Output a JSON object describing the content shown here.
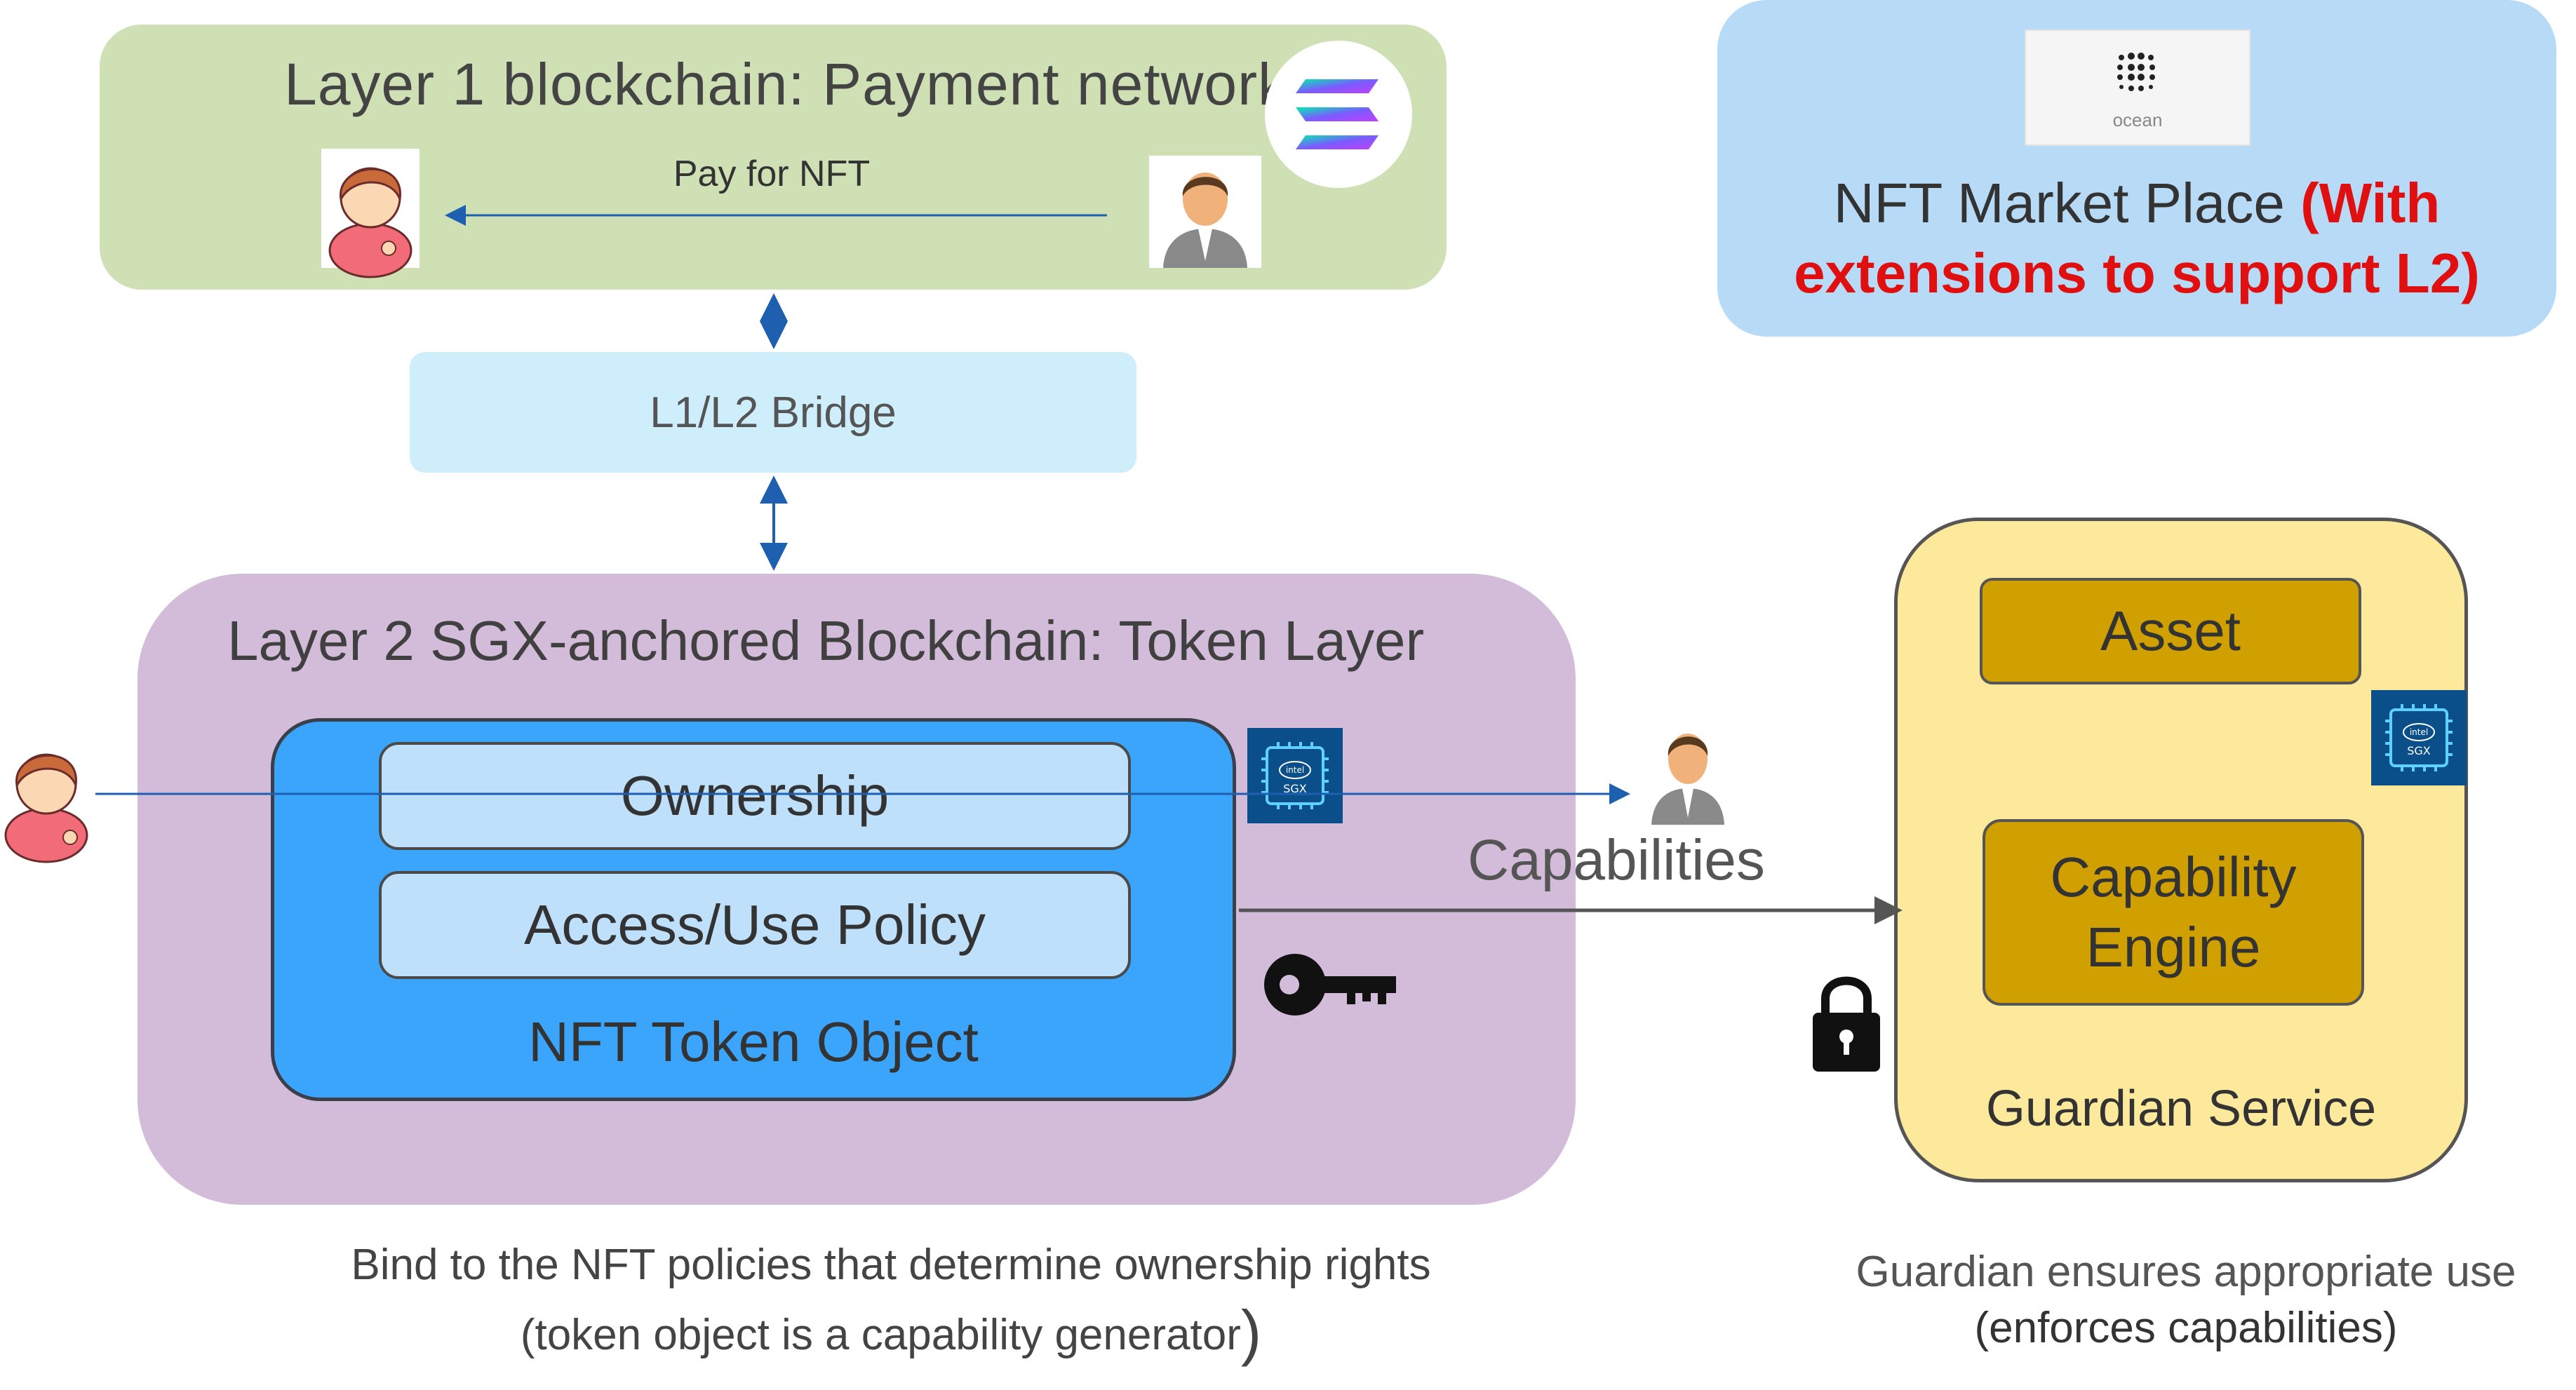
{
  "layer1": {
    "title": "Layer 1 blockchain: Payment network",
    "pay_label": "Pay for NFT"
  },
  "bridge": {
    "label": "L1/L2 Bridge"
  },
  "market": {
    "logo_label": "ocean",
    "title_plain": "NFT Market Place ",
    "title_red": "(With extensions to support L2)"
  },
  "layer2": {
    "title": "Layer 2 SGX-anchored Blockchain: Token Layer",
    "ownership": "Ownership",
    "policy": "Access/Use Policy",
    "token_object": "NFT Token Object",
    "capabilities": "Capabilities"
  },
  "guardian": {
    "asset": "Asset",
    "engine": "Capability Engine",
    "service": "Guardian Service"
  },
  "captions": {
    "left_line1": "Bind to the NFT policies that determine ownership rights",
    "left_line2": "(token object is a capability generator",
    "left_paren": ")",
    "right_line1": "Guardian ensures appropriate use",
    "right_line2": "(enforces capabilities)"
  },
  "sgx_badge": {
    "brand": "intel",
    "text": "SGX"
  },
  "colors": {
    "layer1": "#cfe0b4",
    "bridge": "#cdeefa",
    "market": "#b7dbf7",
    "layer2": "#d3bcd9",
    "token": "#3aa5fb",
    "guardian": "#fde99b",
    "engine": "#d0a000",
    "accent_red": "#e01010",
    "arrow_blue": "#1f5fb0"
  }
}
